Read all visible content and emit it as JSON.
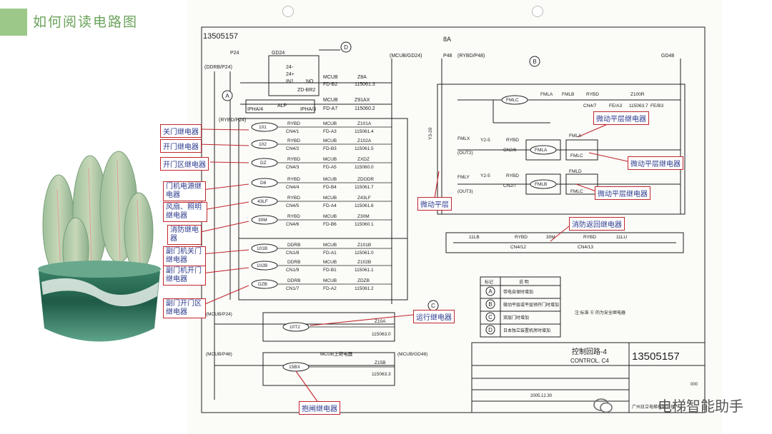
{
  "page_title": "如何阅读电路图",
  "watermark": "电梯智能助手",
  "sheet": {
    "drawing_no_top": "13505157",
    "panel_code": "8A",
    "buses_top": [
      "P24",
      "(DDRB/P24)",
      "(MCUB/GD24)",
      "P48",
      "(RYBD/P48)",
      "GD48"
    ],
    "gd24_block": {
      "label": "GD24",
      "pins": [
        "24-",
        "24+",
        "IN1",
        "NO",
        "ZD-BR2"
      ]
    },
    "alp_row": {
      "left": "IPHA/4",
      "mid": "ALP",
      "right": "IPHA/3"
    },
    "relays_left": [
      {
        "coil": "101",
        "conn": "RYBD",
        "pin": "CN4/1",
        "bus": "MCUB",
        "fd": "FD-A3",
        "wire": "Z101A",
        "ref": "115061.4"
      },
      {
        "coil": "102",
        "conn": "RYBD",
        "pin": "CN4/2",
        "bus": "MCUB",
        "fd": "FD-B3",
        "wire": "Z102A",
        "ref": "115061.5"
      },
      {
        "coil": "DZ",
        "conn": "RYBD",
        "pin": "CN4/3",
        "bus": "MCUB",
        "fd": "FD-A5",
        "wire": "ZXDZ",
        "ref": "115060.0"
      },
      {
        "coil": "D8",
        "conn": "RYBD",
        "pin": "CN4/4",
        "bus": "MCUB",
        "fd": "FD-B4",
        "wire": "ZDODR",
        "ref": "115061.7"
      },
      {
        "coil": "43LF",
        "conn": "RYBD",
        "pin": "CN4/5",
        "bus": "MCUB",
        "fd": "FD-A4",
        "wire": "Z43LF",
        "ref": "115061.6"
      },
      {
        "coil": "30M",
        "conn": "RYBD",
        "pin": "CN4/6",
        "bus": "MCUB",
        "fd": "FD-B6",
        "wire": "Z30M",
        "ref": "115060.1"
      },
      {
        "coil": "101B",
        "conn": "DDRB",
        "pin": "CN1/8",
        "bus": "MCUB",
        "fd": "FD-A1",
        "wire": "Z101B",
        "ref": "115061.0"
      },
      {
        "coil": "102B",
        "conn": "DDRB",
        "pin": "CN1/9",
        "bus": "MCUB",
        "fd": "FD-B1",
        "wire": "Z102B",
        "ref": "115061.1"
      },
      {
        "coil": "DZB",
        "conn": "DDRB",
        "pin": "CN1/7",
        "bus": "MCUB",
        "fd": "FD-A2",
        "wire": "ZDZB",
        "ref": "115061.2"
      }
    ],
    "top_rows": [
      {
        "bus": "MCUB",
        "fd": "FD-B2",
        "wire": "Z8A",
        "ref": "115061.3"
      },
      {
        "bus": "MCUB",
        "fd": "FD-A7",
        "wire": "Z91AX",
        "ref": "115060.2"
      }
    ],
    "run_relay": {
      "bus": "(MCUB/P24)",
      "coil": "10T2",
      "wire": "Z10A",
      "ref": "115063.0"
    },
    "brake_relay": {
      "bus_l": "(MCUB/P48)",
      "bus_r": "(MCUB/GD48)",
      "coil": "15BX",
      "wire": "Z15B",
      "ref": "115063.3",
      "note": "MCUB上继电器"
    },
    "right_section": {
      "fmlc_coil": "FMLC",
      "fmlx": "FMLX",
      "fmly": "FMLY",
      "out2": "(OUT2)",
      "out3": "(OUT3)",
      "y25a": "Y2-5",
      "y25b": "Y2-5",
      "y320": "Y3-20",
      "rybd_cn2_6": "CN2/6",
      "rybd_cn2_7": "CN2/7",
      "rybd_cn4_7": "CN4/7",
      "fe_a3": "FE/A3",
      "fe_b3": "FE/B3",
      "z100r": "Z100R",
      "ref_z100r": "115063.7",
      "fmla": "FMLA",
      "fmlb": "FMLB",
      "fmld": "FMLD",
      "line_11lb": "11LB",
      "line_11lu": "11LU",
      "cn4_12": "CN4/12",
      "cn4_13": "CN4/13",
      "coil_30m": "30M",
      "rybd": "RYBD"
    },
    "legend": {
      "headers": [
        "标记",
        "说 明"
      ],
      "rows": [
        {
          "mark": "A",
          "desc": "带电自保时增加"
        },
        {
          "mark": "B",
          "desc": "微动平层或平层预开门时增加"
        },
        {
          "mark": "C",
          "desc": "双层门时增加"
        },
        {
          "mark": "D",
          "desc": "日本独立装置机房时增加"
        }
      ],
      "note": "注:标准 ⑥ 的为安全继电器"
    },
    "title_block": {
      "name_cn": "控制回路-4",
      "name_en": "CONTROL. C4",
      "number": "13505157",
      "date": "2005.12.30",
      "rev": "000",
      "company": "广州日立电梯有限公司"
    }
  },
  "annotations": [
    "关门继电器",
    "开门继电器",
    "开门区继电器",
    "门机电源继电器",
    "风扇、照明继电器",
    "消防继电器",
    "副门机关门继电器",
    "副门机开门继电器",
    "副门开门区继电器",
    "运行继电器",
    "抱闸继电器",
    "微动平层继电器",
    "微动平层继电器",
    "微动平层继电器",
    "微动平层",
    "消防返回继电器"
  ],
  "colors": {
    "accent": "#9cc98a",
    "label_border": "#c0272d",
    "label_text": "#2b3a8c",
    "arrow": "#c0272d"
  }
}
